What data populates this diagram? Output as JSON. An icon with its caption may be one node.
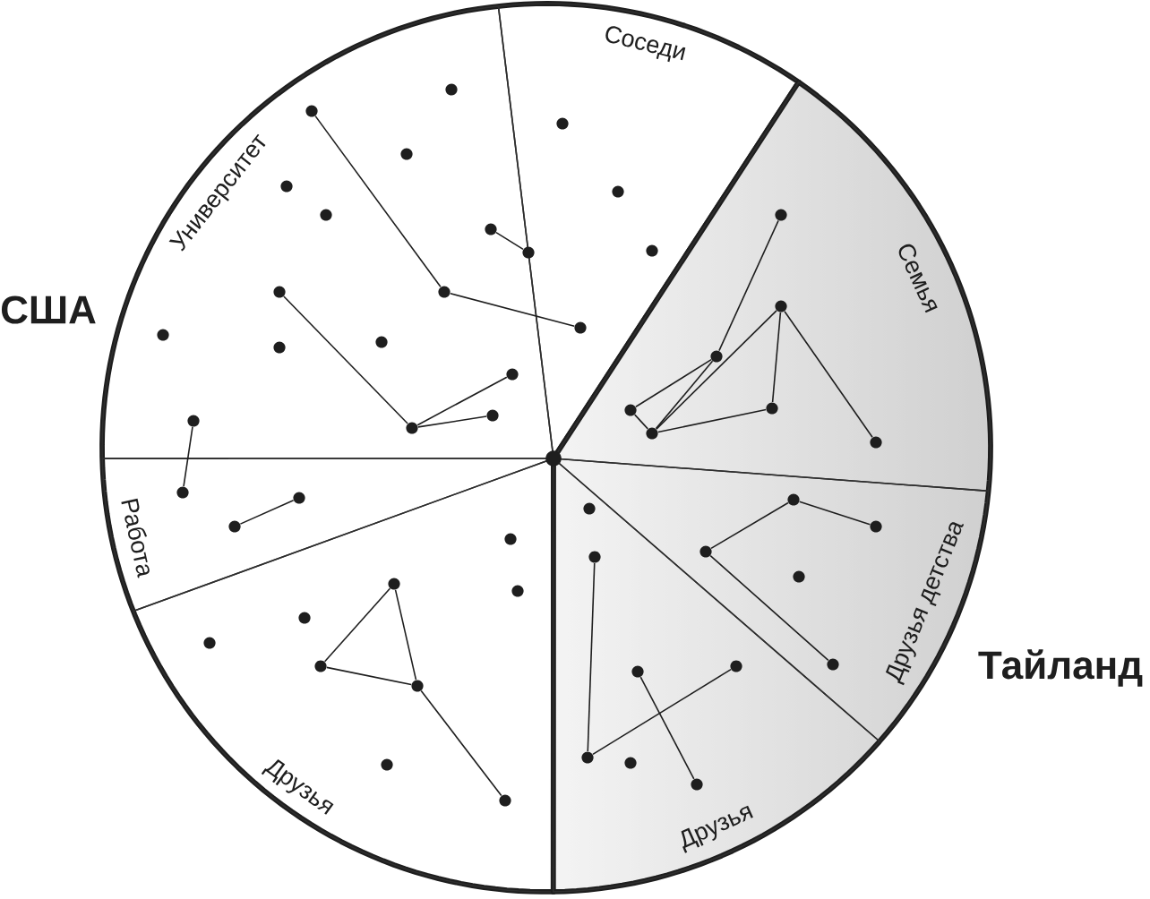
{
  "diagram": {
    "nodes": [
      {
        "text": [
          "США"
        ]
      },
      {
        "text": [
          "Соседи"
        ],
        "in": 0
      },
      {
        "text": [],
        "shape": "circle"
      },
      {
        "text": [],
        "shape": "circle"
      },
      {
        "text": [],
        "shape": "circle"
      },
      {
        "text": [],
        "shape": "circle"
      },
      {
        "text": [
          "Университет"
        ],
        "in": 0
      },
      {
        "text": [],
        "shape": "circle",
        "in": 6
      },
      {
        "text": [],
        "shape": "circle",
        "in": 6
      },
      {
        "text": [],
        "shape": "circle",
        "in": 6
      },
      {
        "text": [],
        "shape": "circle",
        "in": 6
      },
      {
        "text": [],
        "shape": "circle",
        "in": 6
      },
      {
        "text": [],
        "shape": "circle",
        "in": 6
      },
      {
        "text": [],
        "shape": "circle",
        "in": 6
      },
      {
        "text": [],
        "shape": "circle",
        "in": 6
      },
      {
        "text": [],
        "shape": "circle",
        "in": 6
      },
      {
        "text": [],
        "shape": "circle",
        "in": 6
      },
      {
        "text": [],
        "shape": "circle",
        "in": 6
      },
      {
        "text": [],
        "shape": "circle",
        "in": 6
      },
      {
        "text": [],
        "shape": "circle",
        "in": 6
      },
      {
        "text": [],
        "shape": "circle",
        "in": 6
      },
      {
        "text": [],
        "shape": "circle",
        "in": 6
      },
      {
        "text": [],
        "shape": "circle",
        "in": 1
      },
      {
        "text": [
          "Работа"
        ],
        "in": 0
      },
      {
        "text": [],
        "shape": "circle",
        "in": 23
      },
      {
        "text": [],
        "shape": "circle",
        "in": 23
      },
      {
        "text": [],
        "shape": "circle",
        "in": 23
      },
      {
        "text": [
          "Друзья"
        ],
        "in": 0
      },
      {
        "text": [],
        "shape": "circle",
        "in": 27
      },
      {
        "text": [],
        "shape": "circle",
        "in": 27
      },
      {
        "text": [],
        "shape": "circle",
        "in": 27
      },
      {
        "text": [],
        "shape": "circle",
        "in": 27
      },
      {
        "text": [],
        "shape": "circle",
        "in": 27
      },
      {
        "text": [],
        "shape": "circle",
        "in": 27
      },
      {
        "text": [],
        "shape": "circle",
        "in": 27
      },
      {
        "text": [],
        "shape": "circle",
        "in": 27
      },
      {
        "text": [],
        "shape": "circle",
        "in": 27
      },
      {
        "text": [
          "Тайланд"
        ]
      },
      {
        "text": [
          "Семья"
        ],
        "in": 37
      },
      {
        "text": [],
        "shape": "circle",
        "in": 38
      },
      {
        "text": [],
        "shape": "circle",
        "in": 38
      },
      {
        "text": [],
        "shape": "circle",
        "in": 38
      },
      {
        "text": [],
        "shape": "circle",
        "in": 38
      },
      {
        "text": [],
        "shape": "circle",
        "in": 38
      },
      {
        "text": [],
        "shape": "circle",
        "in": 38
      },
      {
        "text": [],
        "shape": "circle",
        "in": 38
      },
      {
        "text": [
          "Друзья детства"
        ],
        "in": 37
      },
      {
        "text": [],
        "shape": "circle",
        "in": 46
      },
      {
        "text": [],
        "shape": "circle",
        "in": 46
      },
      {
        "text": [],
        "shape": "circle",
        "in": 46
      },
      {
        "text": [],
        "shape": "circle",
        "in": 46
      },
      {
        "text": [],
        "shape": "circle",
        "in": 46
      },
      {
        "text": [
          "Друзья"
        ],
        "in": 37
      },
      {
        "text": [],
        "shape": "circle",
        "in": 52
      },
      {
        "text": [],
        "shape": "circle",
        "in": 52
      },
      {
        "text": [],
        "shape": "circle",
        "in": 52
      },
      {
        "text": [],
        "shape": "circle",
        "in": 52
      },
      {
        "text": [],
        "shape": "circle",
        "in": 52
      },
      {
        "text": [],
        "shape": "circle",
        "in": 52
      },
      {
        "text": [],
        "shape": "circle",
        "in": 52
      }
    ],
    "edges": [
      {
        "from": 8,
        "to": 13,
        "arrow": "none"
      },
      {
        "from": 13,
        "to": 5,
        "arrow": "none"
      },
      {
        "from": 12,
        "to": 22,
        "arrow": "none"
      },
      {
        "from": 14,
        "to": 21,
        "arrow": "none"
      },
      {
        "from": 21,
        "to": 18,
        "arrow": "none"
      },
      {
        "from": 21,
        "to": 19,
        "arrow": "none"
      },
      {
        "from": 20,
        "to": 24,
        "arrow": "none"
      },
      {
        "from": 26,
        "to": 25,
        "arrow": "none"
      },
      {
        "from": 29,
        "to": 33,
        "arrow": "none"
      },
      {
        "from": 29,
        "to": 34,
        "arrow": "none"
      },
      {
        "from": 33,
        "to": 34,
        "arrow": "none"
      },
      {
        "from": 34,
        "to": 36,
        "arrow": "none"
      },
      {
        "from": 39,
        "to": 41,
        "arrow": "none"
      },
      {
        "from": 41,
        "to": 43,
        "arrow": "none"
      },
      {
        "from": 43,
        "to": 44,
        "arrow": "none"
      },
      {
        "from": 41,
        "to": 44,
        "arrow": "none"
      },
      {
        "from": 40,
        "to": 44,
        "arrow": "none"
      },
      {
        "from": 40,
        "to": 42,
        "arrow": "none"
      },
      {
        "from": 42,
        "to": 44,
        "arrow": "none"
      },
      {
        "from": 40,
        "to": 45,
        "arrow": "none"
      },
      {
        "from": 47,
        "to": 48,
        "arrow": "none"
      },
      {
        "from": 47,
        "to": 49,
        "arrow": "none"
      },
      {
        "from": 49,
        "to": 51,
        "arrow": "none"
      },
      {
        "from": 54,
        "to": 57,
        "arrow": "none"
      },
      {
        "from": 57,
        "to": 56,
        "arrow": "none"
      },
      {
        "from": 55,
        "to": 59,
        "arrow": "none"
      }
    ]
  }
}
